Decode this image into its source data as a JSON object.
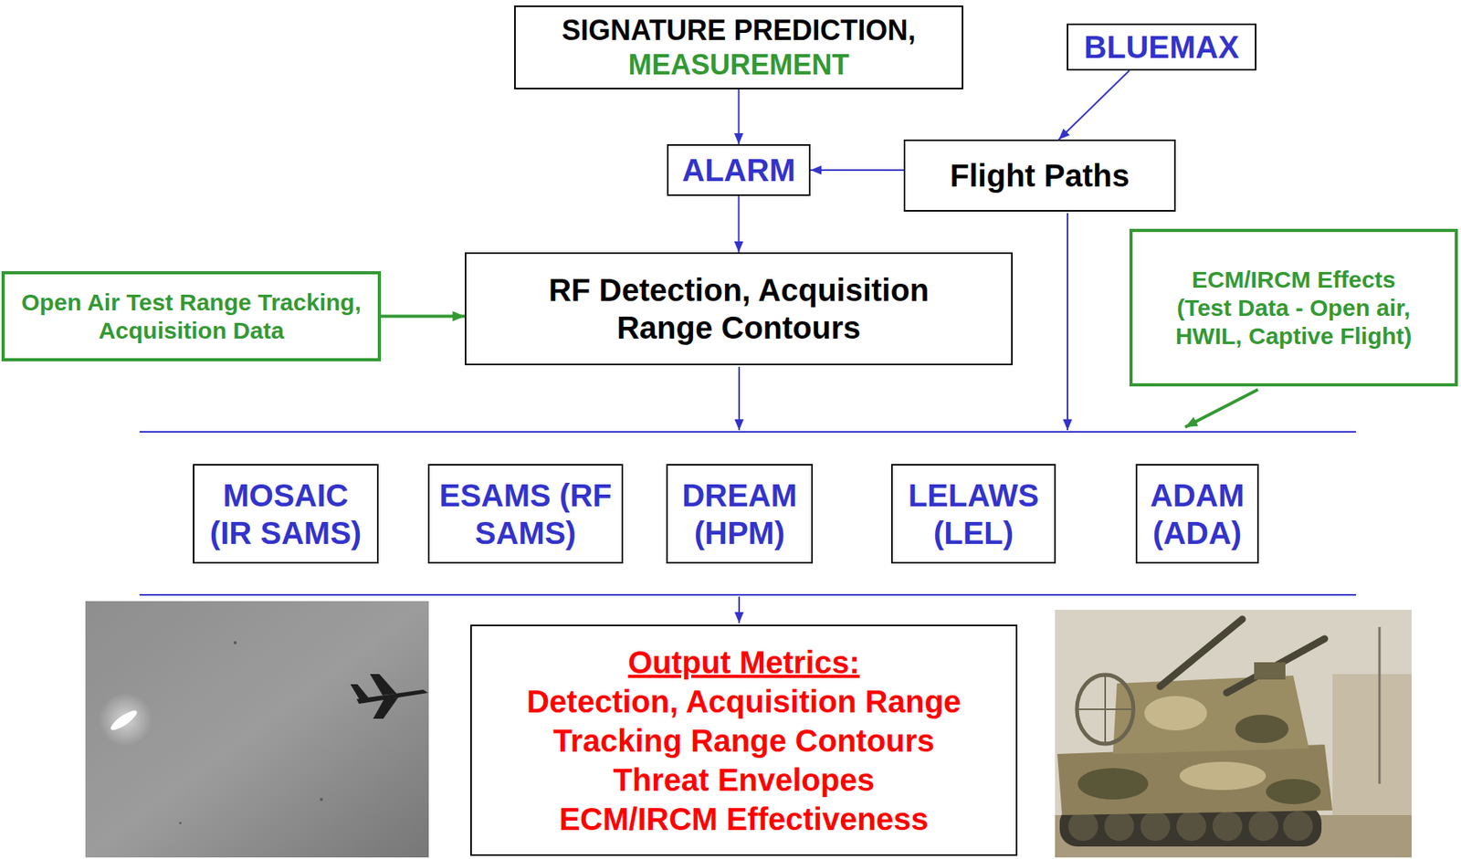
{
  "diagram": {
    "nodes": [
      {
        "text": [
          "SIGNATURE PREDICTION,",
          "MEASUREMENT"
        ]
      },
      {
        "text": [
          "BLUEMAX"
        ]
      },
      {
        "text": [
          "ALARM"
        ]
      },
      {
        "text": [
          "Flight Paths"
        ]
      },
      {
        "text": [
          "Open Air Test Range Tracking, Acquisition Data"
        ]
      },
      {
        "text": [
          "RF Detection, Acquisition Range Contours"
        ]
      },
      {
        "text": [
          "ECM/IRCM Effects",
          "(Test Data - Open air, HWIL, Captive Flight)"
        ]
      },
      {
        "text": [
          "MOSAIC (IR SAMS)"
        ]
      },
      {
        "text": [
          "ESAMS (RF SAMS)"
        ]
      },
      {
        "text": [
          "DREAM (HPM)"
        ]
      },
      {
        "text": [
          "LELAWS (LEL)"
        ]
      },
      {
        "text": [
          "ADAM (ADA)"
        ]
      },
      {
        "text": [
          "Output Metrics:",
          "Detection, Acquisition Range",
          "Tracking Range Contours",
          "Threat Envelopes",
          "ECM/IRCM Effectiveness"
        ]
      }
    ],
    "edges": [
      {
        "from": 0,
        "to": 2,
        "arrow": "to"
      },
      {
        "from": 1,
        "to": 3,
        "arrow": "to"
      },
      {
        "from": 3,
        "to": 2,
        "arrow": "to"
      },
      {
        "from": 2,
        "to": 5,
        "arrow": "to"
      },
      {
        "from": 4,
        "to": 5,
        "arrow": "to"
      }
    ]
  }
}
